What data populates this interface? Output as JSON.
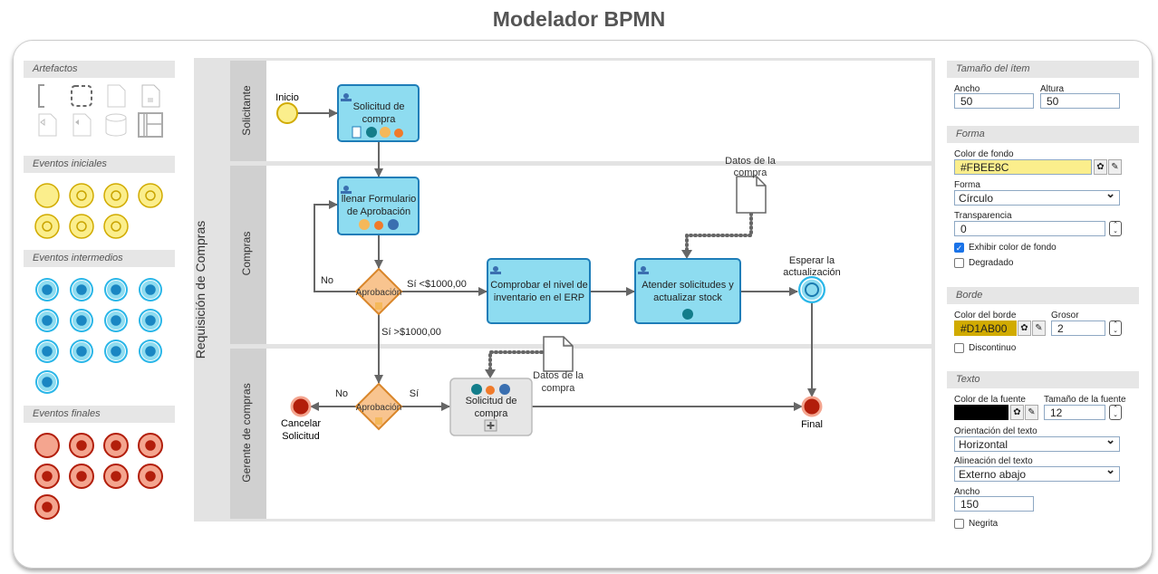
{
  "app": {
    "title": "Modelador BPMN"
  },
  "palette": {
    "sections": [
      {
        "label": "Artefactos",
        "kind": "artifact",
        "icons": [
          "group-icon",
          "dashed-group-icon",
          "document-icon",
          "document-collection-icon",
          "data-input-icon",
          "data-output-icon",
          "data-store-icon",
          "table-icon"
        ]
      },
      {
        "label": "Eventos iniciales",
        "kind": "start",
        "icons": [
          "start-event-icon",
          "timer-start-icon",
          "message-start-icon",
          "conditional-start-icon",
          "signal-start-icon",
          "multiple-start-icon",
          "parallel-start-icon"
        ]
      },
      {
        "label": "Eventos intermedios",
        "kind": "intermediate",
        "icons": [
          "timer-intermediate-icon",
          "message-throw-icon",
          "message-catch-icon",
          "escalation-intermediate-icon",
          "compensation-intermediate-icon",
          "conditional-intermediate-icon",
          "link-catch-icon",
          "link-throw-icon",
          "signal-catch-icon",
          "signal-throw-icon",
          "multiple-catch-icon",
          "multiple-throw-icon",
          "parallel-intermediate-icon"
        ]
      },
      {
        "label": "Eventos finales",
        "kind": "end",
        "icons": [
          "none-end-icon",
          "message-end-icon",
          "error-end-icon",
          "cancel-end-icon",
          "compensation-end-icon",
          "signal-end-icon",
          "terminate-end-icon",
          "multiple-end-icon",
          "escalation-end-icon"
        ]
      }
    ]
  },
  "diagram": {
    "pool": "Requisición de Compras",
    "lanes": [
      "Solicitante",
      "Compras",
      "Gerente de compras"
    ],
    "start": "Inicio",
    "task1": [
      "Solicitud de",
      "compra"
    ],
    "task2": [
      "llenar Formulario",
      "de Aprobación"
    ],
    "gateway1": "Aprobación",
    "flow_no": "No",
    "flow_lt": "Sí <$1000,00",
    "flow_gt": "Sí >$1000,00",
    "task3": [
      "Comprobar el nivel de",
      "inventario en el ERP"
    ],
    "task4": [
      "Atender solicitudes y",
      "actualizar stock"
    ],
    "data1": [
      "Datos de la",
      "compra"
    ],
    "wait": [
      "Esperar la",
      "actualización"
    ],
    "gateway2": "Aprobación",
    "flow_no2": "No",
    "flow_si2": "Sí",
    "cancel": [
      "Cancelar",
      "Solicitud"
    ],
    "subprocess": [
      "Solicitud de",
      "compra"
    ],
    "data2": [
      "Datos de la",
      "compra"
    ],
    "end": "Final"
  },
  "props": {
    "size": {
      "header": "Tamaño del ítem",
      "width_label": "Ancho",
      "width": "50",
      "height_label": "Altura",
      "height": "50"
    },
    "shape": {
      "header": "Forma",
      "bg_label": "Color de fondo",
      "bg": "#FBEE8C",
      "shape_label": "Forma",
      "shape": "Círculo",
      "transp_label": "Transparencia",
      "transp": "0",
      "show_bg": "Exhibir color de fondo",
      "show_bg_checked": true,
      "gradient": "Degradado",
      "gradient_checked": false
    },
    "border": {
      "header": "Borde",
      "color_label": "Color del borde",
      "color": "#D1AB00",
      "width_label": "Grosor",
      "width": "2",
      "dashed": "Discontinuo",
      "dashed_checked": false
    },
    "text": {
      "header": "Texto",
      "color_label": "Color de la fuente",
      "color": "#000000",
      "size_label": "Tamaño de la fuente",
      "size": "12",
      "orient_label": "Orientación del texto",
      "orient": "Horizontal",
      "align_label": "Alineación del texto",
      "align": "Externo abajo",
      "width_label": "Ancho",
      "width": "150",
      "bold": "Negrita",
      "bold_checked": false
    }
  },
  "colors": {
    "task_fill": "#8EDCF0",
    "task_stroke": "#1E7DB8",
    "gateway_fill": "#F8C48F",
    "gateway_stroke": "#D9862A",
    "start_fill": "#FBEE8C",
    "start_stroke": "#D1AB00",
    "end_fill": "#B21E0B",
    "intermediate": "#29B6E8"
  }
}
